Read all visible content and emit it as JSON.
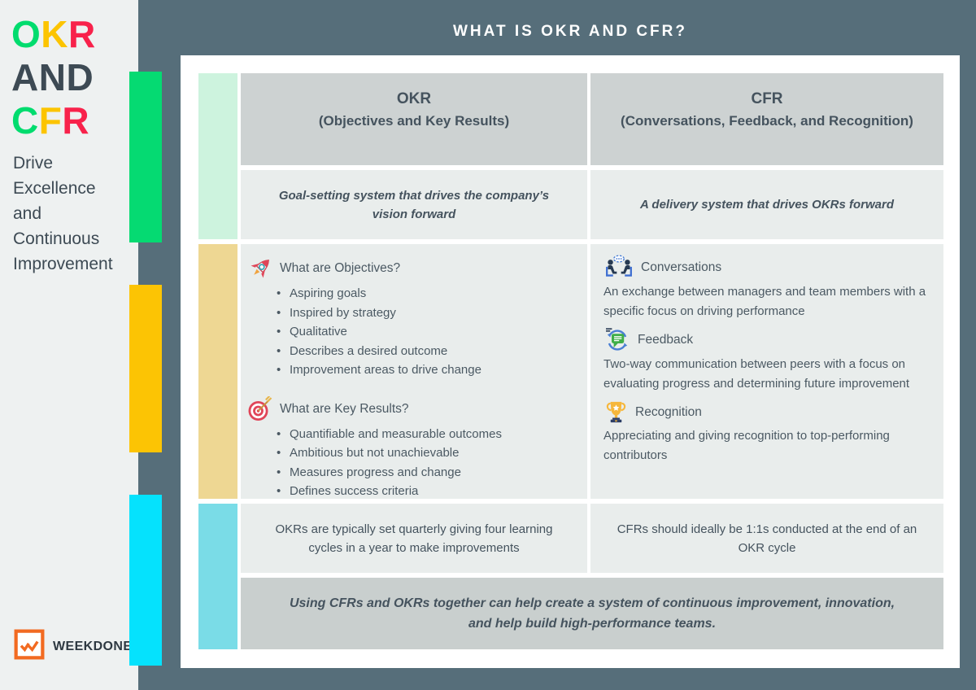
{
  "colors": {
    "background_slate": "#566E7A",
    "sidebar_bg": "#EEF1F1",
    "bar_green": "#05DA72",
    "bar_yellow": "#FCC404",
    "bar_cyan": "#05E2FD",
    "strip_mint": "#CDF3DE",
    "strip_sand": "#EED793",
    "strip_aqua": "#7ADCE7",
    "header_cell_gray": "#CDD2D2",
    "light_cell_gray": "#E9EDEC",
    "footer_cell_gray": "#C9CFCE",
    "letter_green": "#00DC6E",
    "letter_yellow": "#FCC400",
    "letter_red": "#F8224B",
    "dark_text": "#3D4A54",
    "body_text": "#4B5963",
    "weekdone_orange": "#F26A21"
  },
  "header": {
    "title": "WHAT IS OKR AND CFR?"
  },
  "sidebar": {
    "wordmark": {
      "line1": [
        {
          "ch": "O",
          "color": "#00DC6E"
        },
        {
          "ch": "K",
          "color": "#FCC400"
        },
        {
          "ch": "R",
          "color": "#F8224B"
        }
      ],
      "line2": [
        {
          "ch": "A",
          "color": "#3D4A54"
        },
        {
          "ch": "N",
          "color": "#3D4A54"
        },
        {
          "ch": "D",
          "color": "#3D4A54"
        }
      ],
      "line3": [
        {
          "ch": "C",
          "color": "#00DC6E"
        },
        {
          "ch": "F",
          "color": "#FCC400"
        },
        {
          "ch": "R",
          "color": "#F8224B"
        }
      ]
    },
    "tagline_lines": [
      "Drive",
      "Excellence",
      "and",
      "Continuous",
      "Improvement"
    ],
    "brand": "WEEKDONE"
  },
  "columns": {
    "okr": {
      "acronym": "OKR",
      "full_name": "(Objectives and Key Results)",
      "tagline": "Goal-setting system that drives the company’s vision forward",
      "sections": [
        {
          "icon": "rocket",
          "heading": "What are Objectives?",
          "bullets": [
            "Aspiring goals",
            "Inspired by strategy",
            "Qualitative",
            "Describes a desired outcome",
            "Improvement areas to drive change"
          ]
        },
        {
          "icon": "target",
          "heading": "What are Key Results?",
          "bullets": [
            "Quantifiable and measurable outcomes",
            "Ambitious but not unachievable",
            "Measures progress and change",
            "Defines success criteria"
          ]
        }
      ],
      "note": "OKRs are typically set quarterly giving four learning cycles in a year to make improvements"
    },
    "cfr": {
      "acronym": "CFR",
      "full_name": "(Conversations, Feedback, and Recognition)",
      "tagline": "A delivery system that drives OKRs forward",
      "sections": [
        {
          "icon": "conversations",
          "heading": "Conversations",
          "text": "An exchange between managers and team members with a specific focus on driving performance"
        },
        {
          "icon": "feedback",
          "heading": "Feedback",
          "text": "Two-way communication between peers with a focus on evaluating progress and determining future improvement"
        },
        {
          "icon": "recognition",
          "heading": "Recognition",
          "text": "Appreciating and giving recognition to top-performing contributors"
        }
      ],
      "note": "CFRs should ideally be 1:1s conducted at the end of an OKR cycle"
    }
  },
  "footer": {
    "text": "Using CFRs and OKRs together can help create a system of continuous improvement, innovation, and help build high-performance teams."
  }
}
